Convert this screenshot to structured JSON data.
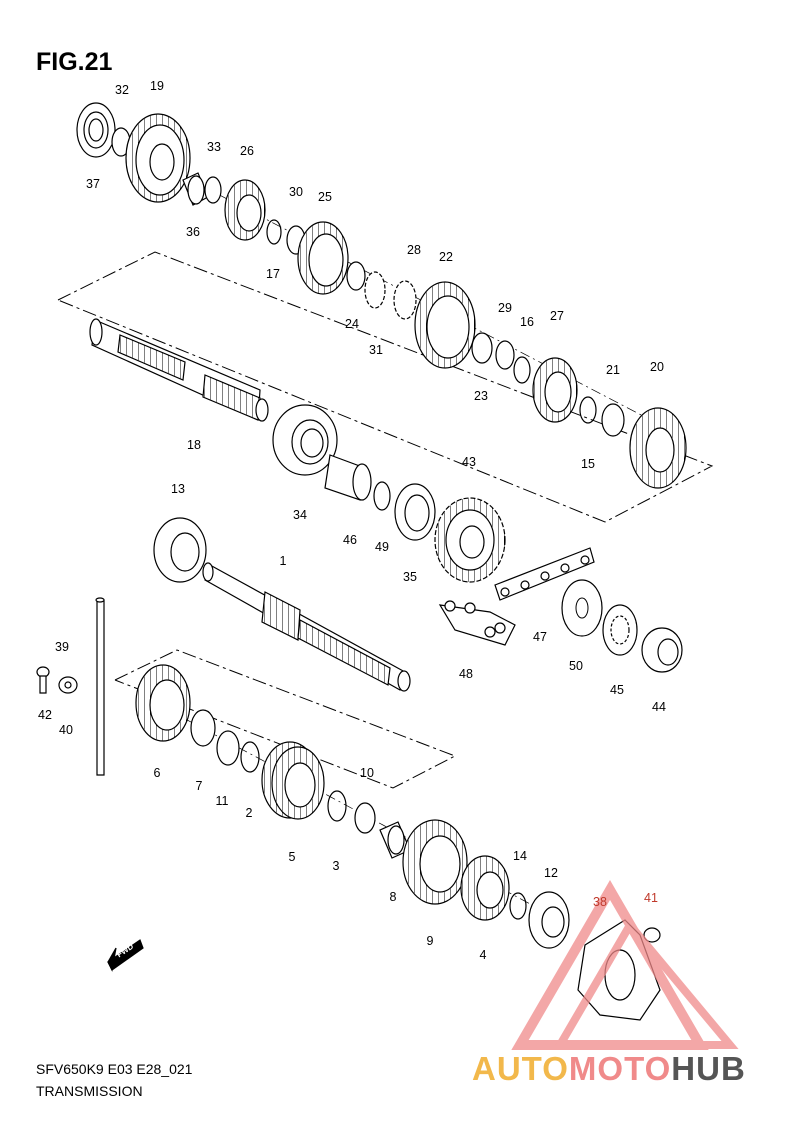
{
  "figure": {
    "title": "FIG.21",
    "code": "SFV650K9 E03 E28_021",
    "name": "TRANSMISSION",
    "fwd_label": "FWD"
  },
  "watermark": {
    "parts": [
      "AUTO",
      "MOTO",
      "HUB"
    ],
    "colors": [
      "#f2b84b",
      "#f08a8a",
      "#555555"
    ]
  },
  "callouts": [
    "32",
    "19",
    "37",
    "33",
    "26",
    "36",
    "30",
    "25",
    "17",
    "28",
    "22",
    "24",
    "31",
    "29",
    "16",
    "27",
    "23",
    "21",
    "20",
    "15",
    "18",
    "43",
    "34",
    "46",
    "49",
    "35",
    "13",
    "1",
    "47",
    "39",
    "48",
    "50",
    "45",
    "44",
    "42",
    "40",
    "6",
    "7",
    "11",
    "2",
    "10",
    "5",
    "3",
    "14",
    "12",
    "8",
    "9",
    "4",
    "41",
    "38"
  ]
}
